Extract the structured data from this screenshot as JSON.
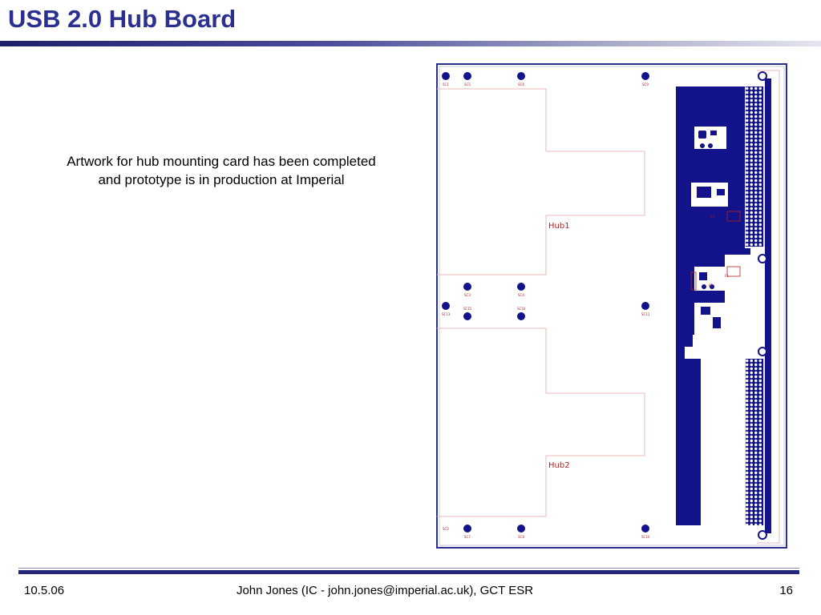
{
  "slide": {
    "title": "USB 2.0 Hub Board",
    "body_lines": [
      "Artwork for hub mounting card has been completed",
      "and prototype is in production at Imperial"
    ]
  },
  "board": {
    "hub_labels": [
      "Hub1",
      "Hub2"
    ],
    "hole_labels": {
      "top": [
        "SC1",
        "SC5",
        "SC6",
        "SC9"
      ],
      "mid_upper": [
        "SC3",
        "SC4"
      ],
      "mid": [
        "SC13",
        "SC15",
        "SC16",
        "SC11"
      ],
      "bottom": [
        "SC2",
        "SC7",
        "SC8",
        "SC10"
      ]
    },
    "component_labels": [
      "C1",
      "F1",
      "F2"
    ],
    "colors": {
      "trace": "#12128a",
      "outline": "#2b2f8f",
      "silkscreen": "#b22222",
      "cutout": "#e6b8b8"
    }
  },
  "footer": {
    "date": "10.5.06",
    "author": "John Jones (IC - john.jones@imperial.ac.uk), GCT ESR",
    "page": "16"
  }
}
